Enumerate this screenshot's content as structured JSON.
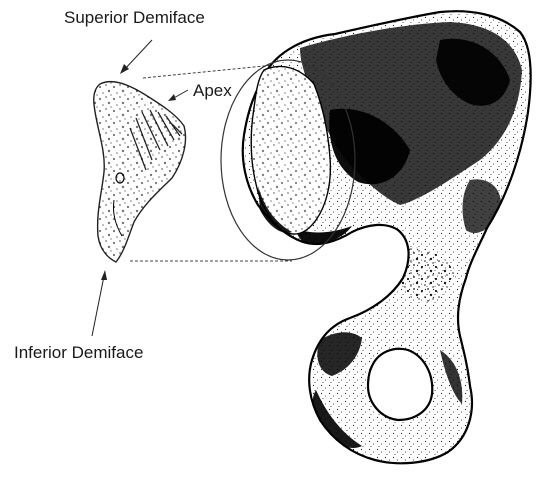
{
  "labels": {
    "superior": "Superior Demiface",
    "apex": "Apex",
    "inferior": "Inferior Demiface"
  },
  "colors": {
    "ink": "#000000",
    "outline": "#222222",
    "bone": "#ffffff",
    "connector": "#444444"
  }
}
